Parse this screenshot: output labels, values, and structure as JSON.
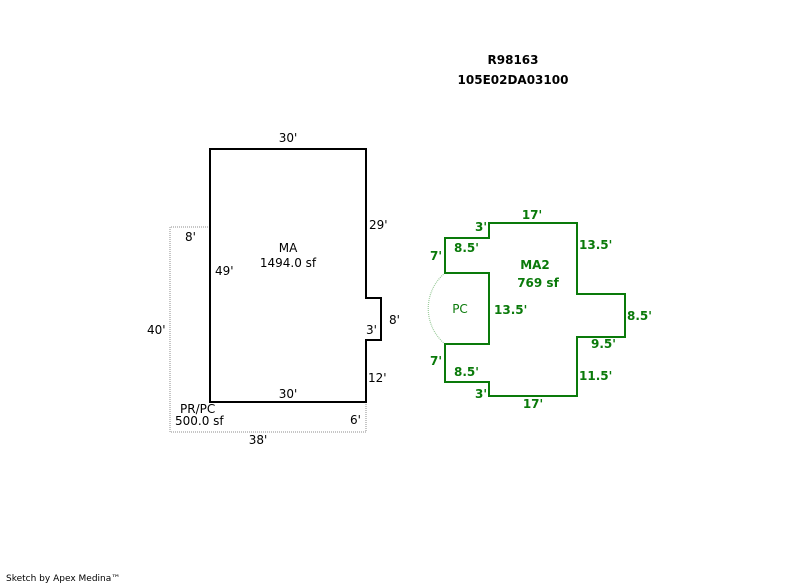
{
  "header": {
    "record_id": "R98163",
    "parcel_number": "105E02DA03100"
  },
  "colors": {
    "main_outline": "#000000",
    "addition_outline": "#0a7a0a",
    "porch_outline": "#b4b4b4",
    "addition_text": "#0a7a0a"
  },
  "areas": {
    "ma": {
      "code": "MA",
      "area": "1494.0 sf",
      "dims": {
        "top": "30'",
        "right_upper": "29'",
        "bump_depth": "3'",
        "bump_length": "8'",
        "right_lower": "12'",
        "bottom": "30'",
        "left": "49'"
      }
    },
    "prpc": {
      "code": "PR/PC",
      "area": "500.0 sf",
      "dims": {
        "top": "8'",
        "left": "40'",
        "bottom": "38'",
        "right": "6'"
      }
    },
    "ma2": {
      "code": "MA2",
      "area": "769 sf",
      "dims": {
        "top": "17'",
        "top_step": "3'",
        "upper_left_wing_top": "8.5'",
        "upper_left_wing_side": "7'",
        "right_upper": "13.5'",
        "right_bump": "8.5'",
        "right_bump_bottom": "9.5'",
        "right_lower": "11.5'",
        "inner_left": "13.5'",
        "lower_left_wing_side": "7'",
        "lower_left_wing_bottom": "8.5'",
        "bottom_step": "3'",
        "bottom": "17'"
      }
    },
    "pc": {
      "code": "PC"
    }
  },
  "footer": {
    "credit": "Sketch by Apex Medina™"
  }
}
